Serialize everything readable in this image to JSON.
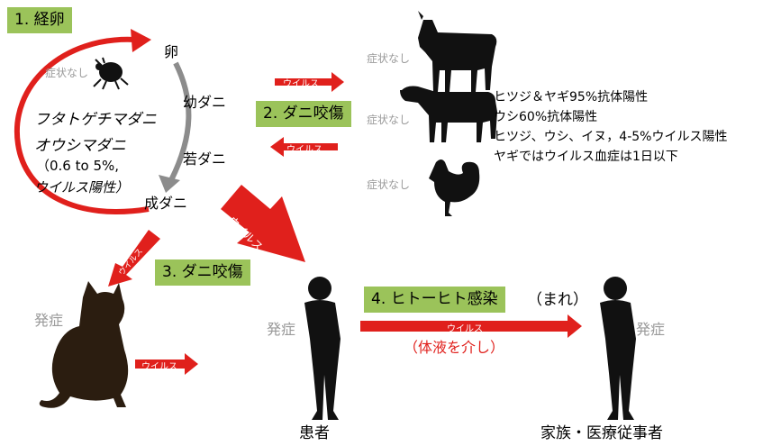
{
  "badges": {
    "b1": "1. 経卵",
    "b2": "2. ダニ咬傷",
    "b3": "3. ダニ咬傷",
    "b4": "4. ヒトーヒト感染"
  },
  "tick_cycle": {
    "egg": "卵",
    "larva": "幼ダニ",
    "nymph": "若ダニ",
    "adult": "成ダニ",
    "asymptomatic": "症状なし",
    "species1": "フタトゲチマダニ",
    "species2": "オウシマダニ",
    "rate": "（0.6 to 5%,",
    "positive": "ウイルス陽性）"
  },
  "animals": {
    "goat_status": "症状なし",
    "cow_status": "症状なし",
    "chicken_status": "症状なし",
    "info": [
      "ヒツジ＆ヤギ95%抗体陽性",
      "ウシ60%抗体陽性",
      "ヒツジ、ウシ、イヌ，4-5%ウイルス陽性",
      "ヤギではウイルス血症は1日以下"
    ]
  },
  "arrows": {
    "virus": "ウイルス"
  },
  "human": {
    "rare": "（まれ）",
    "via_fluid": "（体液を介し）",
    "onset": "発症",
    "patient": "患者",
    "family": "家族・医療従事者",
    "cat_onset": "発症"
  },
  "colors": {
    "badge_green": "#9bc35a",
    "virus_red": "#e0201c",
    "silhouette": "#111111",
    "cat": "#2b1d10",
    "cycle_grey": "#8c8c8c"
  }
}
